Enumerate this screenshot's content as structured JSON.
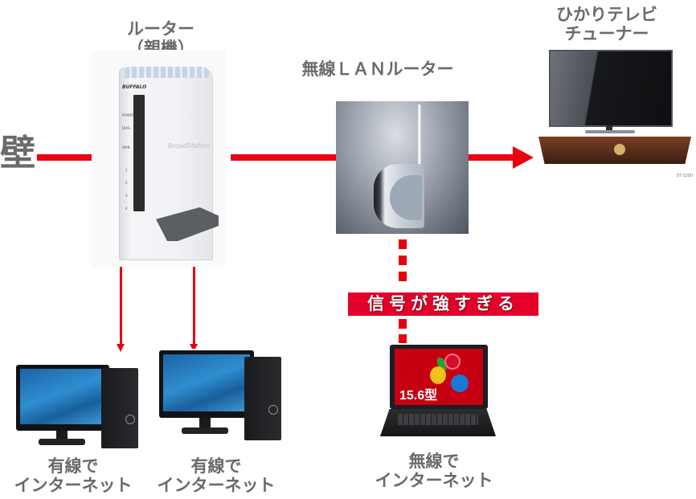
{
  "diagram": {
    "wall_label": "壁",
    "nodes": {
      "parent_router": {
        "label_line1": "ルーター",
        "label_line2": "（親機）",
        "brand": "BUFFALO",
        "product_name": "BroadStation",
        "led_labels": [
          "POWER",
          "DIAG",
          "WAN",
          "1",
          "2",
          "3",
          "4"
        ],
        "icon": "wired-router-icon"
      },
      "wireless_router": {
        "label": "無線ＬＡＮルーター",
        "icon": "wireless-router-icon"
      },
      "tv_tuner": {
        "label_line1": "ひかりテレビ",
        "label_line2": "チューナー",
        "model": "ST-3200",
        "icon": "tv-tuner-icon"
      },
      "laptop": {
        "screen_text": "15.6型",
        "label_line1": "無線で",
        "label_line2": "インターネット",
        "icon": "laptop-icon"
      },
      "desktop_1": {
        "label_line1": "有線で",
        "label_line2": "インターネット",
        "icon": "desktop-pc-icon"
      },
      "desktop_2": {
        "label_line1": "有線で",
        "label_line2": "インターネット",
        "icon": "desktop-pc-icon"
      }
    },
    "edges": [
      {
        "from": "wall",
        "to": "parent_router",
        "style": "solid"
      },
      {
        "from": "parent_router",
        "to": "wireless_router",
        "style": "solid"
      },
      {
        "from": "wireless_router",
        "to": "tv_tuner",
        "style": "solid-arrow"
      },
      {
        "from": "parent_router",
        "to": "desktop_1",
        "style": "thin-arrow"
      },
      {
        "from": "parent_router",
        "to": "desktop_2",
        "style": "thin-arrow"
      },
      {
        "from": "wireless_router",
        "to": "laptop",
        "style": "dotted"
      }
    ],
    "warning": {
      "text": "信号が強すぎる"
    },
    "colors": {
      "line": "#e8000f",
      "warning_bg": "#e4002b",
      "label_text": "#6a6a6a"
    }
  }
}
